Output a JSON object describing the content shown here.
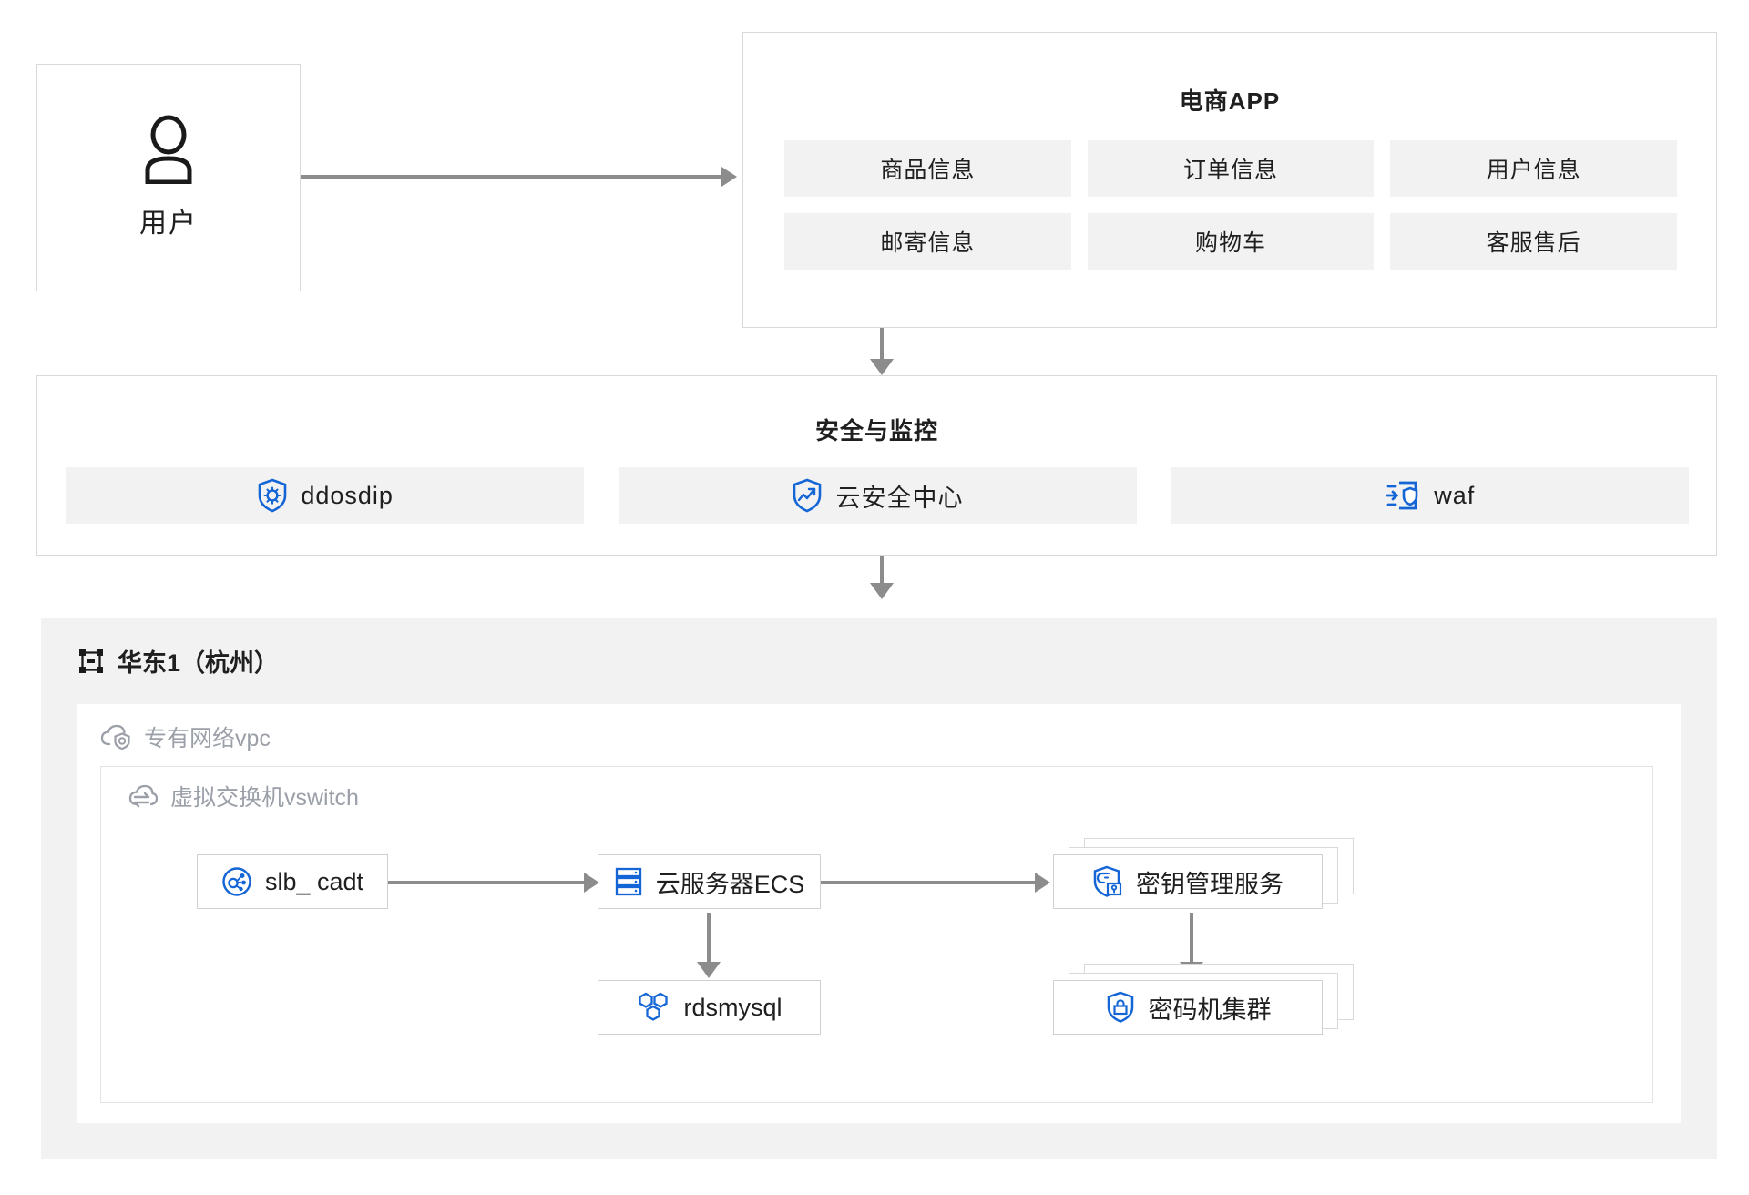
{
  "colors": {
    "accent_blue": "#1466d6",
    "line_gray": "#8c8c8c",
    "border_gray": "#d9d9d9",
    "tile_gray": "#f2f2f2",
    "muted_text": "#9ba0a8"
  },
  "user": {
    "label": "用户",
    "icon": "user-icon"
  },
  "app": {
    "title": "电商APP",
    "tiles": [
      {
        "label": "商品信息"
      },
      {
        "label": "订单信息"
      },
      {
        "label": "用户信息"
      },
      {
        "label": "邮寄信息"
      },
      {
        "label": "购物车"
      },
      {
        "label": "客服售后"
      }
    ]
  },
  "security": {
    "title": "安全与监控",
    "items": [
      {
        "label": "ddosdip",
        "icon": "shield-bug-icon"
      },
      {
        "label": "云安全中心",
        "icon": "shield-chart-icon"
      },
      {
        "label": "waf",
        "icon": "firewall-shield-icon"
      }
    ]
  },
  "region": {
    "label": "华东1（杭州）",
    "icon": "region-grid-icon",
    "vpc": {
      "label": "专有网络vpc",
      "icon": "cloud-shield-icon",
      "vswitch": {
        "label": "虚拟交换机vswitch",
        "icon": "cloud-switch-icon",
        "nodes": [
          {
            "id": "slb",
            "label": "slb_ cadt",
            "icon": "load-balancer-icon",
            "stacked": false
          },
          {
            "id": "ecs",
            "label": "云服务器ECS",
            "icon": "server-stack-icon",
            "stacked": false
          },
          {
            "id": "kms",
            "label": "密钥管理服务",
            "icon": "shield-key-icon",
            "stacked": true
          },
          {
            "id": "rds",
            "label": "rdsmysql",
            "icon": "hexagon-cluster-icon",
            "stacked": false
          },
          {
            "id": "hsm",
            "label": "密码机集群",
            "icon": "shield-lock-icon",
            "stacked": true
          }
        ]
      }
    }
  },
  "connections": [
    {
      "from": "user",
      "to": "app",
      "direction": "right"
    },
    {
      "from": "app",
      "to": "security",
      "direction": "down"
    },
    {
      "from": "security",
      "to": "region",
      "direction": "down"
    },
    {
      "from": "slb",
      "to": "ecs",
      "direction": "right"
    },
    {
      "from": "ecs",
      "to": "kms",
      "direction": "right"
    },
    {
      "from": "ecs",
      "to": "rds",
      "direction": "down"
    },
    {
      "from": "kms",
      "to": "hsm",
      "direction": "down"
    }
  ]
}
